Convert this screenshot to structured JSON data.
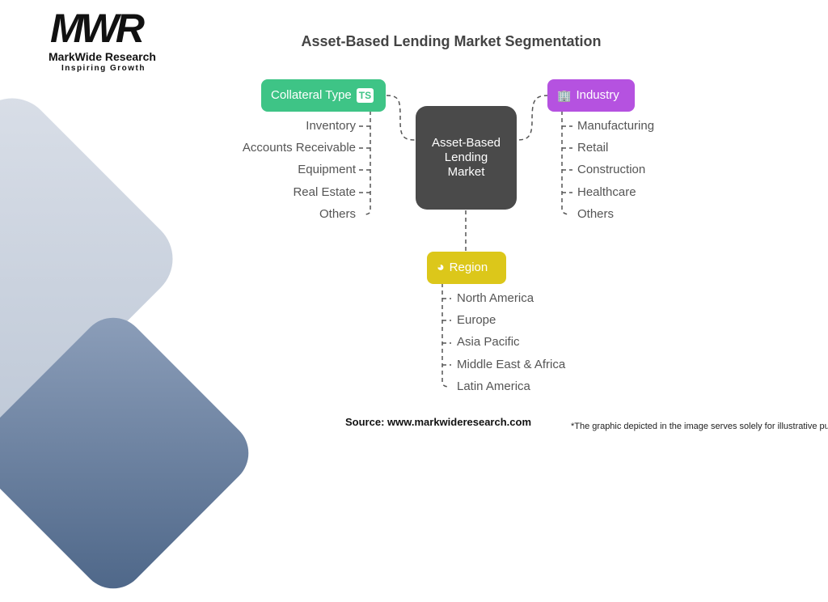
{
  "logo": {
    "mark": "MWR",
    "name": "MarkWide Research",
    "tagline": "Inspiring Growth"
  },
  "title": "Asset-Based Lending Market Segmentation",
  "center": "Asset-Based Lending Market",
  "branches": {
    "collateral": {
      "label": "Collateral Type",
      "badge": "TS",
      "color": "#3ec486",
      "items": [
        "Inventory",
        "Accounts Receivable",
        "Equipment",
        "Real Estate",
        "Others"
      ]
    },
    "industry": {
      "label": "Industry",
      "color": "#b552e0",
      "items": [
        "Manufacturing",
        "Retail",
        "Construction",
        "Healthcare",
        "Others"
      ]
    },
    "region": {
      "label": "Region",
      "color": "#dcc71a",
      "items": [
        "North America",
        "Europe",
        "Asia Pacific",
        "Middle East & Africa",
        "Latin America"
      ]
    }
  },
  "source": "Source: www.markwideresearch.com",
  "disclaimer": "*The graphic depicted in the image serves solely for illustrative purpo"
}
